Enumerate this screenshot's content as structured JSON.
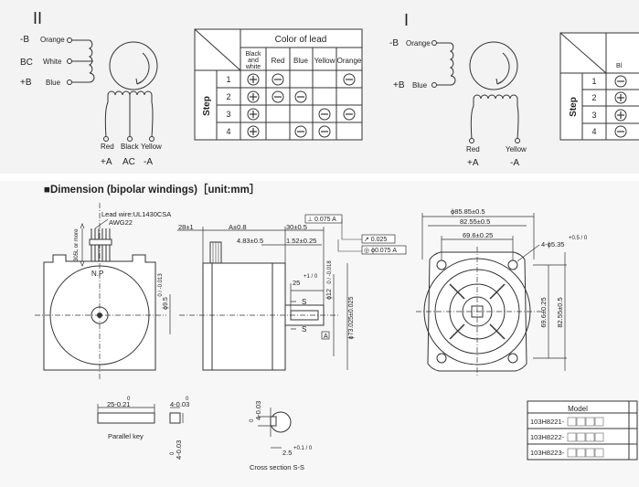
{
  "wiring": {
    "left": {
      "roman": "II",
      "leads": [
        {
          "signal": "-B",
          "color_name": "Orange"
        },
        {
          "signal": "BC",
          "color_name": "White"
        },
        {
          "signal": "+B",
          "color_name": "Blue"
        }
      ],
      "bottom_leads": [
        {
          "color_name": "Red",
          "signal": "+A"
        },
        {
          "color_name": "Black",
          "signal": "AC"
        },
        {
          "color_name": "Yellow",
          "signal": "-A"
        }
      ],
      "table": {
        "header": "Color of lead",
        "step_label": "Step",
        "columns": [
          "Black and white",
          "Red",
          "Blue",
          "Yellow",
          "Orange"
        ],
        "rows": [
          {
            "step": "1",
            "cells": [
              "+",
              "-",
              "",
              "",
              "-"
            ]
          },
          {
            "step": "2",
            "cells": [
              "+",
              "-",
              "-",
              "",
              ""
            ]
          },
          {
            "step": "3",
            "cells": [
              "+",
              "",
              "",
              "-",
              "-"
            ]
          },
          {
            "step": "4",
            "cells": [
              "+",
              "",
              "-",
              "-",
              ""
            ]
          }
        ]
      }
    },
    "right": {
      "roman": "I",
      "leads": [
        {
          "signal": "-B",
          "color_name": "Orange"
        },
        {
          "signal": "+B",
          "color_name": "Blue"
        }
      ],
      "bottom_leads": [
        {
          "color_name": "Red",
          "signal": "+A"
        },
        {
          "color_name": "Yellow",
          "signal": "-A"
        }
      ],
      "table": {
        "step_label": "Step",
        "rows": [
          {
            "step": "1",
            "cells": [
              "-"
            ]
          },
          {
            "step": "2",
            "cells": [
              "+"
            ]
          },
          {
            "step": "3",
            "cells": [
              "+"
            ]
          },
          {
            "step": "4",
            "cells": [
              "-"
            ]
          }
        ]
      }
    }
  },
  "dimension": {
    "title": "■Dimension (bipolar windings)［unit:mm］",
    "front": {
      "lead_wire": "Lead wire:UL1430CSA",
      "awg": "AWG22",
      "wire_length": "305L or more",
      "np": "N.P"
    },
    "side": {
      "d28": "28±1",
      "dA": "A±0.8",
      "d30": "30±0.5",
      "d483": "4.83±0.5",
      "d152": "1.52±0.25",
      "perp": "⊥ 0.075 A",
      "flat1": "↗ 0.025",
      "flat2": "◎ ϕ0.075 A",
      "shaft_tol": "0 / -0.013",
      "shaft_dia": "ϕ9.5",
      "boss_tol": "0 / -0.018",
      "boss_dia": "ϕ12",
      "d25": "25",
      "d25_tol": "+1 / 0",
      "s_label": "S",
      "a_label": "A",
      "pilot": "ϕ73.025±0.025"
    },
    "flange": {
      "d1": "ϕ85.85±0.5",
      "d2": "82.55±0.5",
      "d3": "69.6±0.25",
      "holes": "4-ϕ5.35",
      "holes_tol": "+0.5 / 0",
      "v1": "69.6±0.25",
      "v2": "82.55±0.5"
    },
    "key": {
      "length": "25-0.21",
      "length_tol": "0",
      "width": "4-0.03",
      "width_tol": "0",
      "height": "4-0.03",
      "height_tol": "0",
      "label": "Parallel key"
    },
    "cross": {
      "height": "4-0.03",
      "height_tol": "0",
      "depth": "2.5",
      "depth_tol": "+0.1 / 0",
      "label": "Cross section S-S"
    },
    "model_table": {
      "header": "Model",
      "rows": [
        "103H8221-",
        "103H8222-",
        "103H8223-"
      ]
    }
  },
  "colors": {
    "line": "#333333",
    "panel_bg": "#f3f3f3",
    "text": "#222222"
  }
}
